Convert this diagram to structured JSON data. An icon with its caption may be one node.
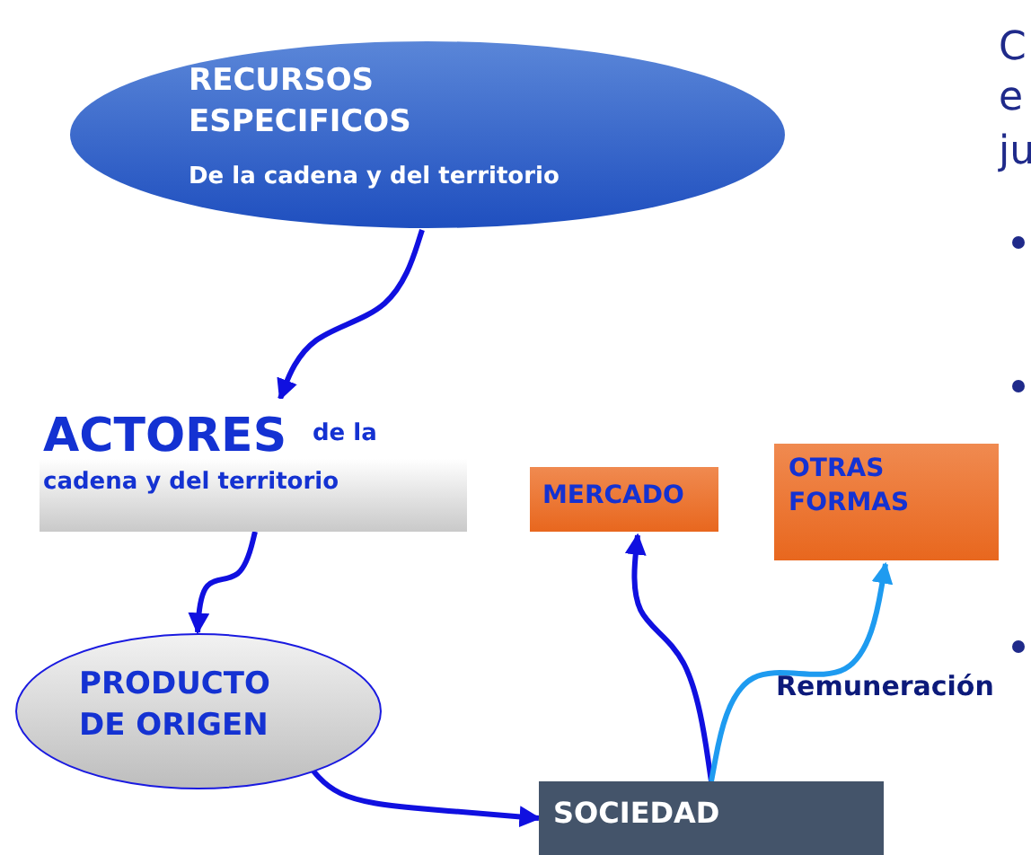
{
  "diagram": {
    "nodes": [
      {
        "text": [
          "RECURSOS ESPECIFICOS",
          "De la cadena y del territorio"
        ]
      },
      {
        "text": [
          "ACTORES",
          "de la cadena y del territorio"
        ]
      },
      {
        "text": [
          "PRODUCTO DE ORIGEN"
        ]
      },
      {
        "text": [
          "MERCADO"
        ]
      },
      {
        "text": [
          "OTRAS FORMAS"
        ]
      },
      {
        "text": [
          "SOCIEDAD"
        ]
      }
    ],
    "edges": [
      {
        "from": 0,
        "to": 1,
        "arrow": "to"
      },
      {
        "from": 1,
        "to": 2,
        "arrow": "to"
      },
      {
        "from": 2,
        "to": 5,
        "arrow": "to"
      },
      {
        "from": 5,
        "to": 3,
        "arrow": "to"
      },
      {
        "from": 5,
        "to": 4,
        "arrow": "to",
        "color": "#1e9bf0"
      }
    ],
    "labels": [
      "C",
      "e",
      "ju",
      "Remuneración"
    ]
  }
}
